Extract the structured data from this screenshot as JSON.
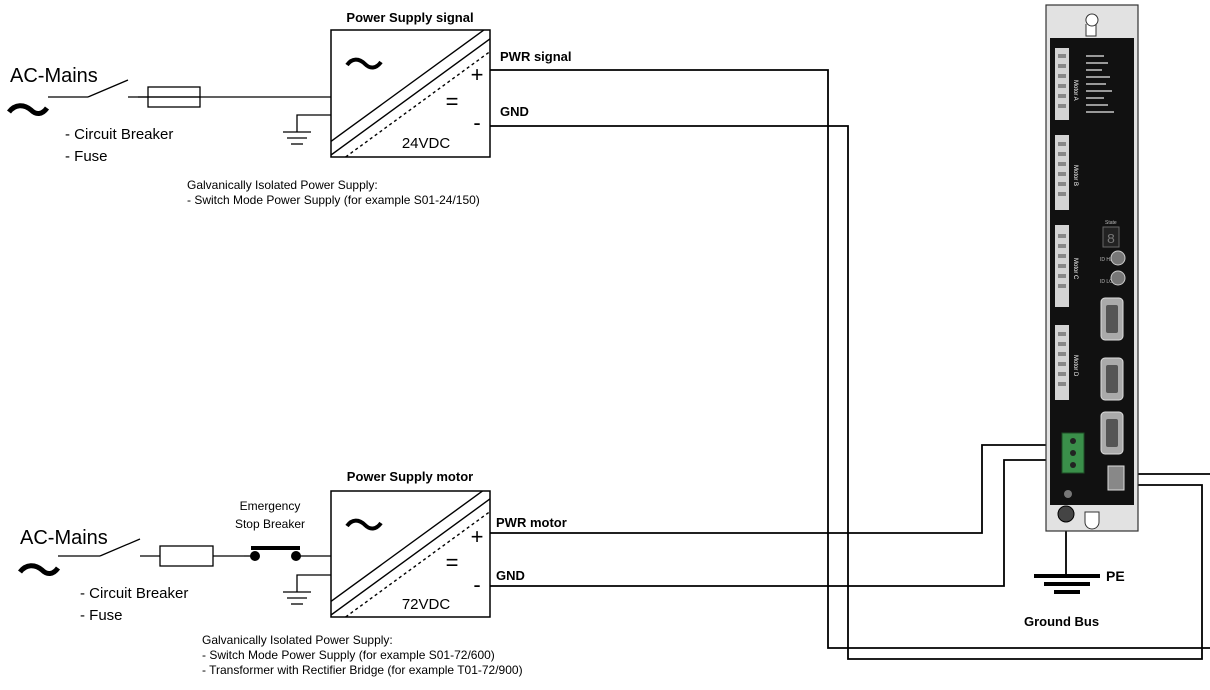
{
  "signal": {
    "title": "Power Supply signal",
    "ac_label": "AC-Mains",
    "protection": [
      "- Circuit Breaker",
      "- Fuse"
    ],
    "voltage": "24VDC",
    "eq_symbol": "=",
    "plus_symbol": "+",
    "minus_symbol": "-",
    "pwr_label": "PWR signal",
    "gnd_label": "GND",
    "note_title": "Galvanically Isolated Power Supply:",
    "notes": [
      "- Switch Mode Power Supply (for example S01-24/150)"
    ]
  },
  "motor": {
    "title": "Power Supply motor",
    "ac_label": "AC-Mains",
    "protection": [
      "- Circuit Breaker",
      "- Fuse"
    ],
    "estop": [
      "Emergency",
      "Stop Breaker"
    ],
    "voltage": "72VDC",
    "eq_symbol": "=",
    "plus_symbol": "+",
    "minus_symbol": "-",
    "pwr_label": "PWR motor",
    "gnd_label": "GND",
    "note_title": "Galvanically Isolated Power Supply:",
    "notes": [
      "- Switch Mode Power Supply (for example S01-72/600)",
      "- Transformer with Rectifier Bridge (for example T01-72/900)"
    ]
  },
  "ground": {
    "pe_label": "PE",
    "bus_label": "Ground Bus"
  },
  "device": {
    "section_labels": [
      "Motor A",
      "Motor B",
      "Motor C",
      "Motor D"
    ],
    "state_label": "State",
    "id_high_label": "ID HIGH",
    "id_low_label": "ID LOW"
  },
  "colors": {
    "line": "#000000",
    "device_body": "#111111",
    "device_frame": "#e2e2e2",
    "connector": "#d4d4d4",
    "terminal_green": "#3a8f4a"
  }
}
